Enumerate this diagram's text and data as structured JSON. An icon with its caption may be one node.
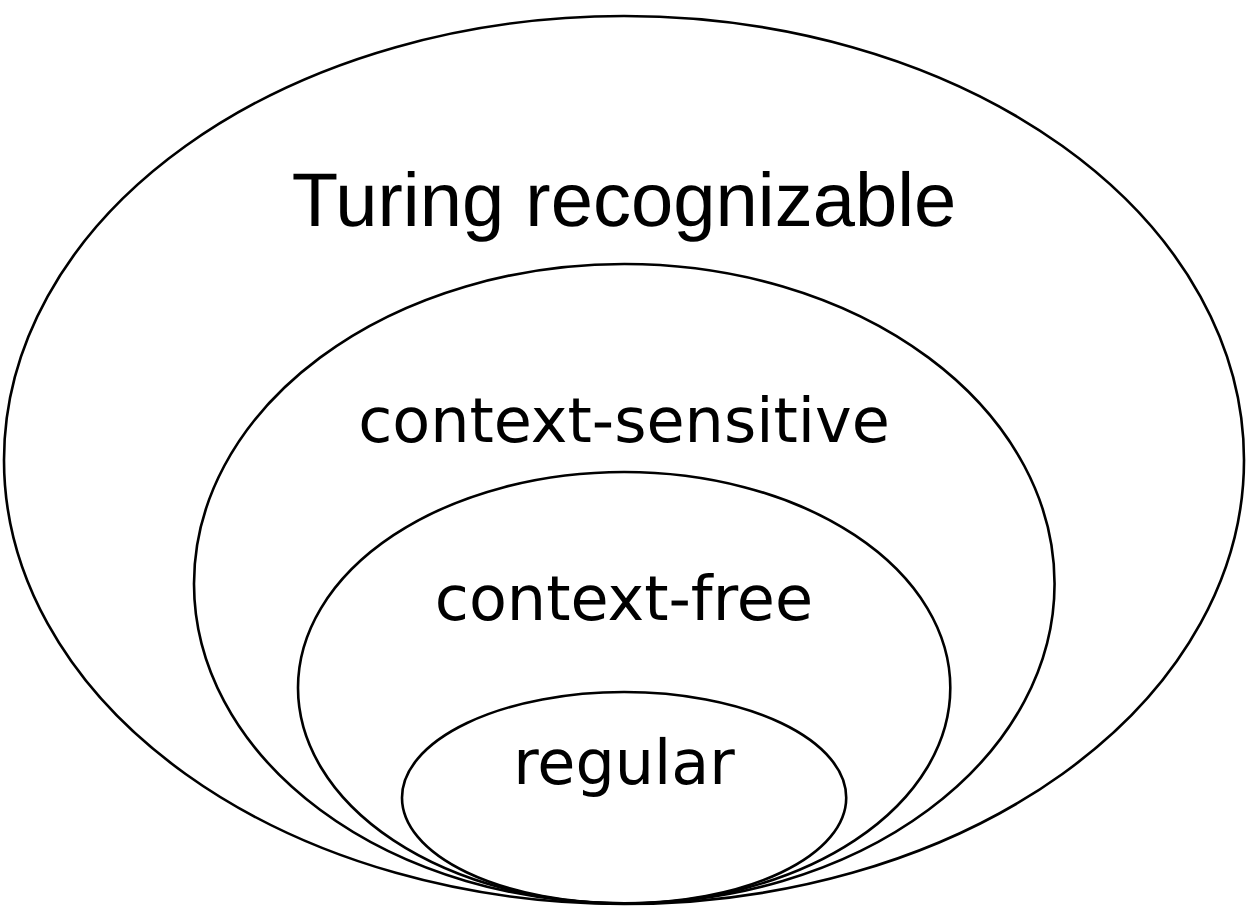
{
  "diagram": {
    "nodes": [
      {
        "text": [
          "Turing recognizable"
        ]
      },
      {
        "text": [
          "context-sensitive"
        ],
        "in": 0
      },
      {
        "text": [
          "context-free"
        ],
        "in": 1
      },
      {
        "text": [
          "regular"
        ],
        "in": 2
      }
    ]
  }
}
